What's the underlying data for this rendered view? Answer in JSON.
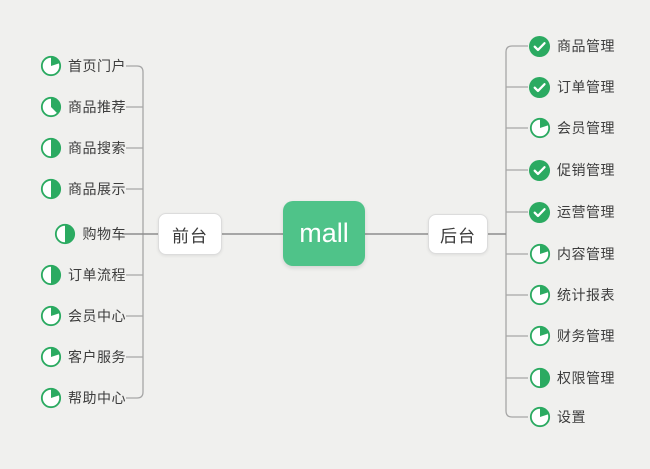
{
  "colors": {
    "background": "#f0f0ee",
    "root_node_green": "#4fc389",
    "icon_green": "#2baa61",
    "connector_line": "#a6a6a6",
    "connector_main_line": "#8d8d8d",
    "text": "#3d3d3d",
    "node_background": "#ffffff",
    "node_border": "#dcdcdc"
  },
  "root": {
    "label": "mall"
  },
  "branches": {
    "frontend": {
      "label": "前台",
      "items": [
        {
          "label": "首页门户",
          "icon": "progress-pie-20"
        },
        {
          "label": "商品推荐",
          "icon": "progress-pie-37"
        },
        {
          "label": "商品搜索",
          "icon": "progress-pie-50"
        },
        {
          "label": "商品展示",
          "icon": "progress-pie-50"
        },
        {
          "label": "购物车",
          "icon": "progress-pie-50"
        },
        {
          "label": "订单流程",
          "icon": "progress-pie-50"
        },
        {
          "label": "会员中心",
          "icon": "progress-pie-20"
        },
        {
          "label": "客户服务",
          "icon": "progress-pie-20"
        },
        {
          "label": "帮助中心",
          "icon": "progress-pie-20"
        }
      ]
    },
    "backend": {
      "label": "后台",
      "items": [
        {
          "label": "商品管理",
          "icon": "check-circle"
        },
        {
          "label": "订单管理",
          "icon": "check-circle"
        },
        {
          "label": "会员管理",
          "icon": "progress-pie-20"
        },
        {
          "label": "促销管理",
          "icon": "check-circle"
        },
        {
          "label": "运营管理",
          "icon": "check-circle"
        },
        {
          "label": "内容管理",
          "icon": "progress-pie-20"
        },
        {
          "label": "统计报表",
          "icon": "progress-pie-20"
        },
        {
          "label": "财务管理",
          "icon": "progress-pie-20"
        },
        {
          "label": "权限管理",
          "icon": "progress-pie-50"
        },
        {
          "label": "设置",
          "icon": "progress-pie-20"
        }
      ]
    }
  }
}
